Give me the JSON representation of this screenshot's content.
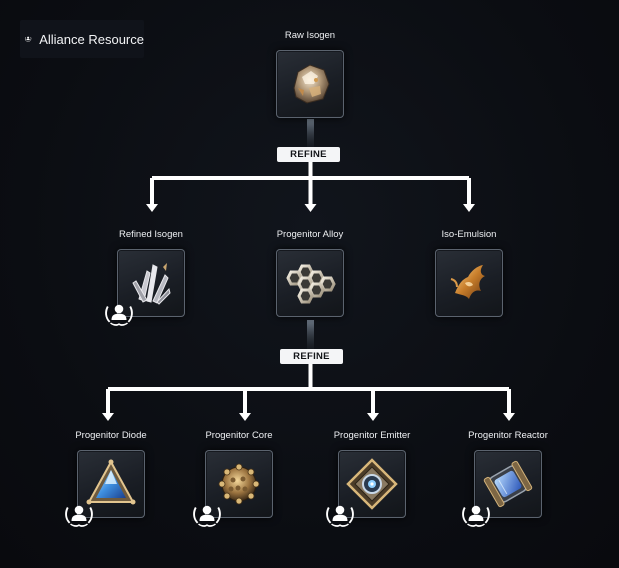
{
  "legend": {
    "label": "Alliance Resource",
    "icon": "alliance-laurel-icon"
  },
  "tier1": {
    "name": "Raw Isogen",
    "icon": "raw-isogen-icon"
  },
  "refine_1": "REFINE",
  "tier2": [
    {
      "name": "Refined Isogen",
      "icon": "refined-isogen-icon",
      "alliance": true
    },
    {
      "name": "Progenitor Alloy",
      "icon": "progenitor-alloy-icon",
      "alliance": false
    },
    {
      "name": "Iso-Emulsion",
      "icon": "iso-emulsion-icon",
      "alliance": false
    }
  ],
  "refine_2": "REFINE",
  "tier3": [
    {
      "name": "Progenitor  Diode",
      "icon": "progenitor-diode-icon",
      "alliance": true
    },
    {
      "name": "Progenitor  Core",
      "icon": "progenitor-core-icon",
      "alliance": true
    },
    {
      "name": "Progenitor  Emitter",
      "icon": "progenitor-emitter-icon",
      "alliance": true
    },
    {
      "name": "Progenitor  Reactor",
      "icon": "progenitor-reactor-icon",
      "alliance": true
    }
  ],
  "colors": {
    "background": "#0b0d12",
    "connector": "#ffffff",
    "refine_badge": "#f4f5f7"
  }
}
